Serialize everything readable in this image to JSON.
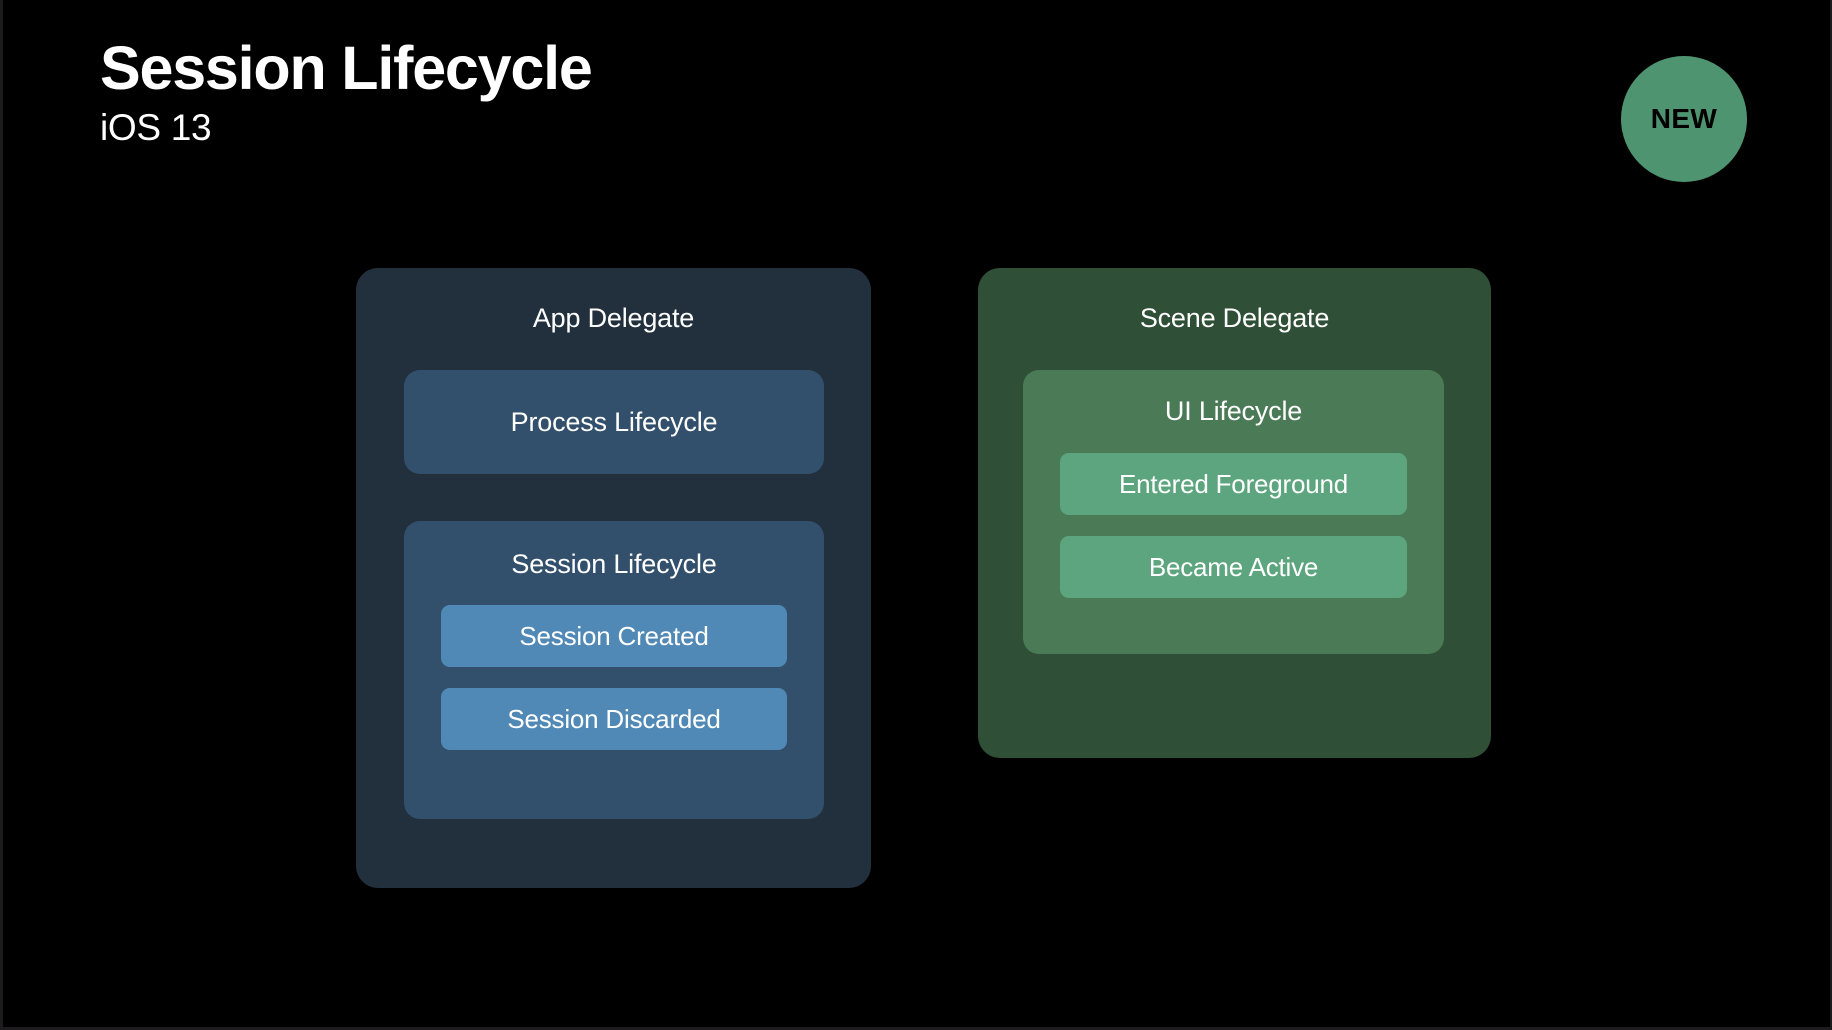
{
  "header": {
    "title": "Session Lifecycle",
    "subtitle": "iOS 13"
  },
  "badge": {
    "label": "NEW",
    "color": "#4f9470",
    "text_color": "#000000"
  },
  "canvas": {
    "background": "#000000"
  },
  "cards": [
    {
      "id": "app-delegate",
      "title": "App Delegate",
      "background": "#22303d",
      "sections": [
        {
          "id": "process-lifecycle",
          "title": "Process Lifecycle",
          "background": "#32506b",
          "items": []
        },
        {
          "id": "session-lifecycle",
          "title": "Session Lifecycle",
          "background": "#32506b",
          "item_color": "#5189b6",
          "items": [
            "Session Created",
            "Session Discarded"
          ]
        }
      ]
    },
    {
      "id": "scene-delegate",
      "title": "Scene Delegate",
      "background": "#2f5036",
      "sections": [
        {
          "id": "ui-lifecycle",
          "title": "UI Lifecycle",
          "background": "#4a7a56",
          "item_color": "#5da57e",
          "items": [
            "Entered Foreground",
            "Became Active"
          ]
        }
      ]
    }
  ]
}
